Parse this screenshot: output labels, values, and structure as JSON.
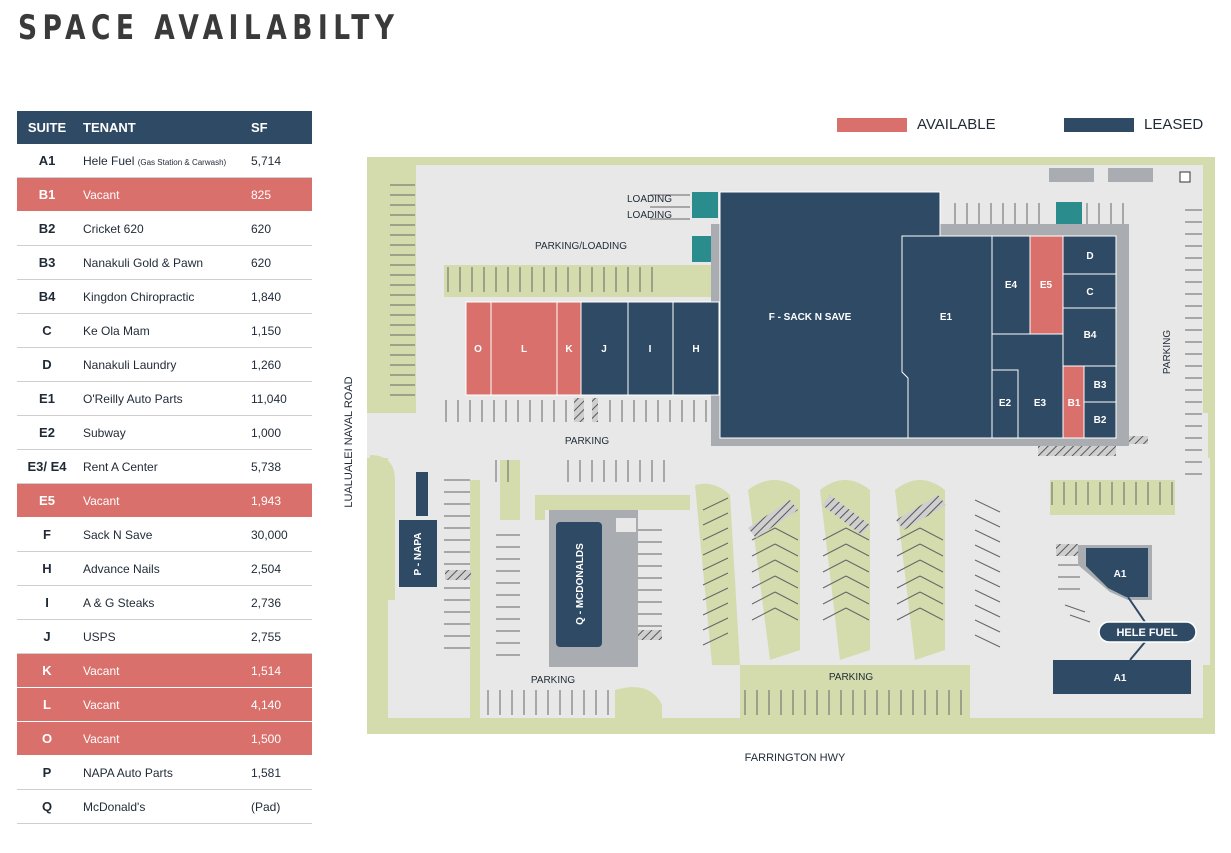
{
  "title": "SPACE AVAILABILTY",
  "table": {
    "headers": {
      "suite": "SUITE",
      "tenant": "TENANT",
      "sf": "SF"
    },
    "rows": [
      {
        "suite": "A1",
        "tenant": "Hele Fuel",
        "note": "(Gas Station & Carwash)",
        "sf": "5,714",
        "vacant": false
      },
      {
        "suite": "B1",
        "tenant": "Vacant",
        "sf": "825",
        "vacant": true
      },
      {
        "suite": "B2",
        "tenant": "Cricket 620",
        "sf": "620",
        "vacant": false
      },
      {
        "suite": "B3",
        "tenant": "Nanakuli Gold & Pawn",
        "sf": "620",
        "vacant": false
      },
      {
        "suite": "B4",
        "tenant": "Kingdon Chiropractic",
        "sf": "1,840",
        "vacant": false
      },
      {
        "suite": "C",
        "tenant": "Ke Ola Mam",
        "sf": "1,150",
        "vacant": false
      },
      {
        "suite": "D",
        "tenant": "Nanakuli Laundry",
        "sf": "1,260",
        "vacant": false
      },
      {
        "suite": "E1",
        "tenant": "O'Reilly Auto Parts",
        "sf": "11,040",
        "vacant": false
      },
      {
        "suite": "E2",
        "tenant": "Subway",
        "sf": "1,000",
        "vacant": false
      },
      {
        "suite": "E3/ E4",
        "tenant": "Rent A Center",
        "sf": "5,738",
        "vacant": false
      },
      {
        "suite": "E5",
        "tenant": "Vacant",
        "sf": "1,943",
        "vacant": true
      },
      {
        "suite": "F",
        "tenant": "Sack N Save",
        "sf": "30,000",
        "vacant": false
      },
      {
        "suite": "H",
        "tenant": "Advance Nails",
        "sf": "2,504",
        "vacant": false
      },
      {
        "suite": "I",
        "tenant": "A & G Steaks",
        "sf": "2,736",
        "vacant": false
      },
      {
        "suite": "J",
        "tenant": "USPS",
        "sf": "2,755",
        "vacant": false
      },
      {
        "suite": "K",
        "tenant": "Vacant",
        "sf": "1,514",
        "vacant": true
      },
      {
        "suite": "L",
        "tenant": "Vacant",
        "sf": "4,140",
        "vacant": true
      },
      {
        "suite": "O",
        "tenant": "Vacant",
        "sf": "1,500",
        "vacant": true
      },
      {
        "suite": "P",
        "tenant": "NAPA Auto Parts",
        "sf": "1,581",
        "vacant": false
      },
      {
        "suite": "Q",
        "tenant": "McDonald's",
        "sf": "(Pad)",
        "vacant": false
      }
    ]
  },
  "legend": {
    "available": "AVAILABLE",
    "leased": "LEASED"
  },
  "colors": {
    "available": "#d9706b",
    "leased": "#2e4a64",
    "landscape": "#d4dcae",
    "pavement": "#e8e8e8",
    "loading": "#2a8c8c",
    "building": "#a9adb1"
  },
  "map": {
    "labels": {
      "loading1": "LOADING",
      "loading2": "LOADING",
      "parking_loading": "PARKING/LOADING",
      "parking_center": "PARKING",
      "parking_right": "PARKING",
      "parking_mcd": "PARKING",
      "parking_bottom": "PARKING",
      "road_west": "LUALUALEI NAVAL ROAD",
      "road_south": "FARRINGTON HWY"
    },
    "units": {
      "F": "F - SACK N SAVE",
      "E1": "E1",
      "E2": "E2",
      "E3": "E3",
      "E4": "E4",
      "E5": "E5",
      "D": "D",
      "C": "C",
      "B4": "B4",
      "B3": "B3",
      "B2": "B2",
      "B1": "B1",
      "O": "O",
      "L": "L",
      "K": "K",
      "J": "J",
      "I": "I",
      "H": "H",
      "P": "P - NAPA",
      "Q": "Q - MCDONALDS",
      "A1_station": "A1",
      "A1_wash": "A1",
      "hele_fuel": "HELE FUEL"
    }
  }
}
